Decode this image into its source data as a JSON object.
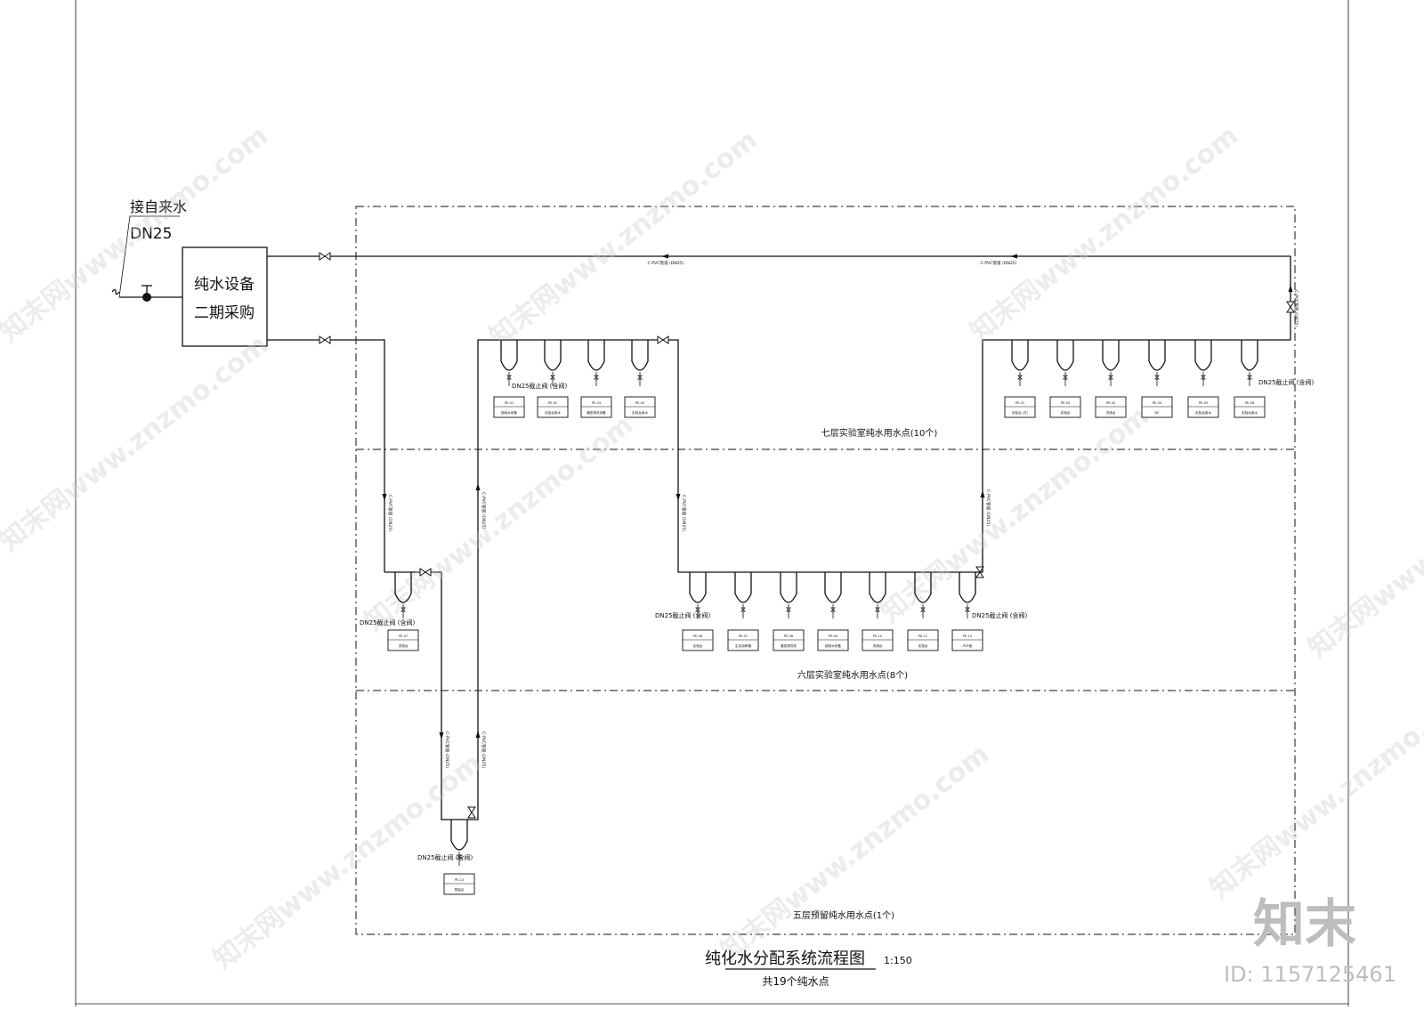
{
  "inlet": {
    "label": "接自来水",
    "size": "DN25"
  },
  "equipment": {
    "line1": "纯水设备",
    "line2": "二期采购"
  },
  "pipe_label": "C-PVC管道 (DN25)",
  "valve_label": "DN25截止阀 (含阀)",
  "zones": [
    {
      "label": "七层实验室纯水用水点(10个)"
    },
    {
      "label": "六层实验室纯水用水点(8个)"
    },
    {
      "label": "五层预留纯水用水点(1个)"
    }
  ],
  "floor7": {
    "left_units": [
      {
        "code": "PE-01",
        "name": "超纯水设备"
      },
      {
        "code": "PE-02",
        "name": "实验台用水"
      },
      {
        "code": "PE-03",
        "name": "器皿清洗设备"
      },
      {
        "code": "PE-04",
        "name": "实验台用水"
      }
    ],
    "right_units": [
      {
        "code": "PE-01",
        "name": "实验台 (左)"
      },
      {
        "code": "PE-03",
        "name": "实验台"
      },
      {
        "code": "PE-03",
        "name": "洗涤台"
      },
      {
        "code": "PE-04",
        "name": "BC"
      },
      {
        "code": "PE-05",
        "name": "实验台用水"
      },
      {
        "code": "PE-06",
        "name": "实验台用水"
      }
    ]
  },
  "floor6": {
    "left_unit": {
      "code": "PE-07",
      "name": "洗涤台"
    },
    "units": [
      {
        "code": "PE-06",
        "name": "实验台"
      },
      {
        "code": "PE-07",
        "name": "生化培养箱"
      },
      {
        "code": "PE-08",
        "name": "器皿清洗机"
      },
      {
        "code": "PE-09",
        "name": "超纯水设备"
      },
      {
        "code": "PE-10",
        "name": "洗涤台"
      },
      {
        "code": "PE-11",
        "name": "实验台"
      },
      {
        "code": "PE-12",
        "name": "PCR室"
      }
    ]
  },
  "floor5": {
    "unit": {
      "code": "PE-13",
      "name": "预留点"
    }
  },
  "footer": {
    "title": "纯化水分配系统流程图",
    "scale": "1:150",
    "subtitle": "共19个纯水点"
  },
  "watermark": {
    "text": "知末网www.znzmo.com",
    "logo": "知末",
    "id": "ID: 1157125461"
  }
}
